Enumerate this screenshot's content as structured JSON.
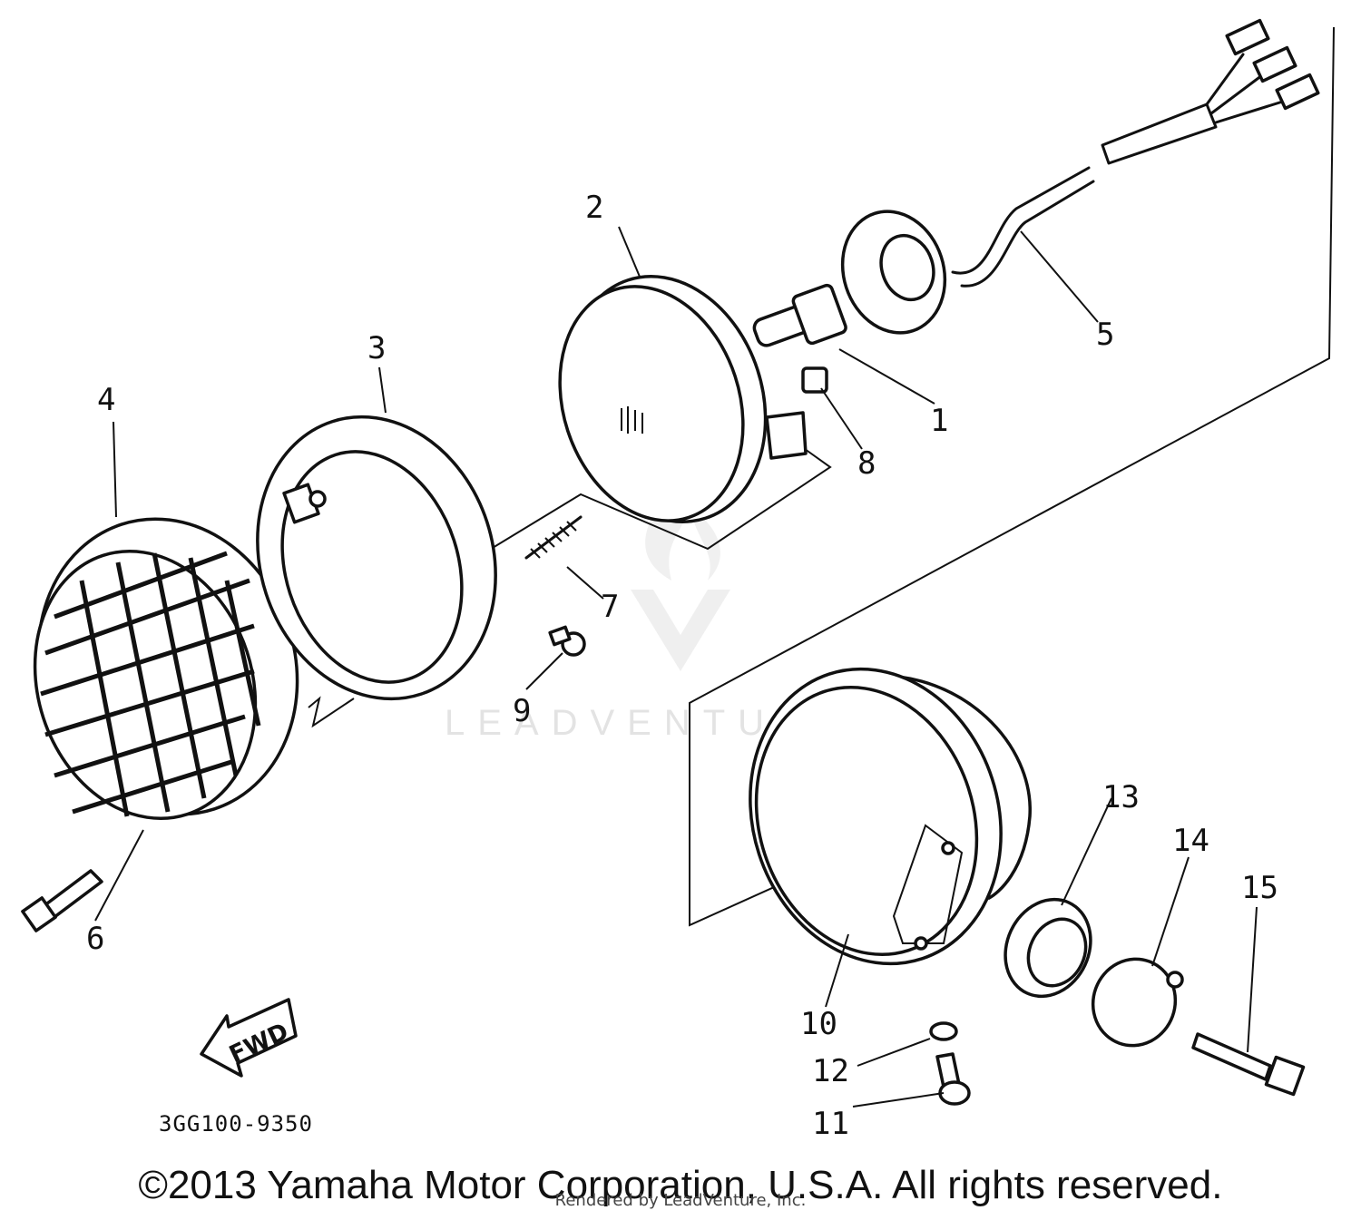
{
  "diagram": {
    "part_code": "3GG100-9350",
    "direction_label": "FWD",
    "watermark": "LEADVENTURE",
    "callouts": [
      "1",
      "2",
      "3",
      "4",
      "5",
      "6",
      "7",
      "8",
      "9",
      "10",
      "11",
      "12",
      "13",
      "14",
      "15"
    ]
  },
  "footer": {
    "copyright": "©2013 Yamaha Motor Corporation, U.S.A. All rights reserved.",
    "rendered_by": "Rendered by LeadVenture, Inc."
  }
}
